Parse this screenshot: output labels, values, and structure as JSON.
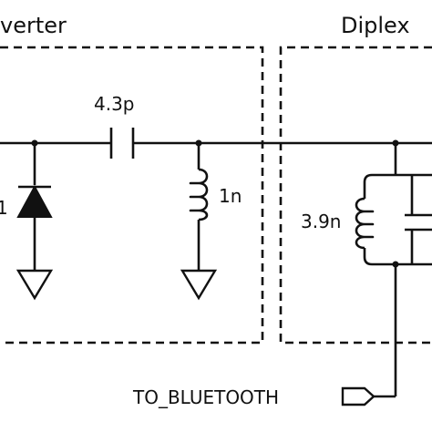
{
  "blocks": {
    "left_title": "verter",
    "right_title": "Diplex"
  },
  "components": {
    "diode_label": "1",
    "cap_series_label": "4.3p",
    "ind_shunt_label": "1n",
    "ind_diplex_label": "3.9n"
  },
  "ports": {
    "bluetooth_label": "TO_BLUETOOTH"
  }
}
